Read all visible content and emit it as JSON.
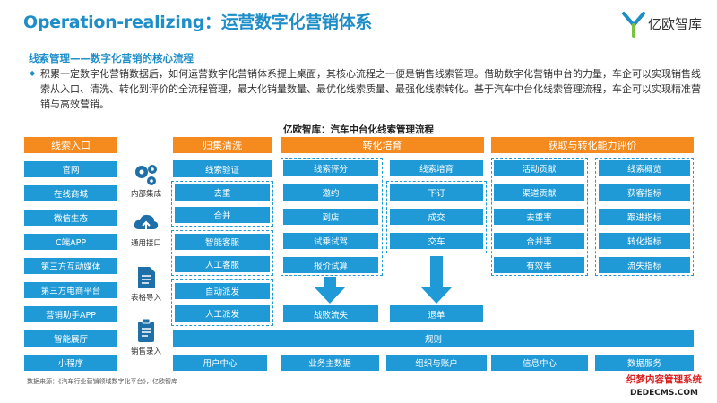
{
  "header": {
    "title": "Operation-realizing：运营数字化营销体系",
    "logo_text": "亿欧智库"
  },
  "intro": {
    "subtitle": "线索管理——数字化营销的核心流程",
    "paragraph": "积累一定数字化营销数据后，如何运营数字化营销体系提上桌面，其核心流程之一便是销售线索管理。借助数字化营销中台的力量，车企可以实现销售线索从入口、清洗、转化到评价的全流程管理，最大化销量数量、最优化线索质量、最强化线索转化。基于汽车中台化线索管理流程，车企可以实现精准营销与高效营销。"
  },
  "diagram": {
    "title": "亿欧智库：汽车中台化线索管理流程",
    "columns": {
      "entry": "线索入口",
      "cleaning": "归集清洗",
      "cultivation": "转化培育",
      "evaluation": "获取与转化能力评价"
    },
    "entry_items": [
      "官网",
      "在线商城",
      "微信生态",
      "C端APP",
      "第三方互动媒体",
      "第三方电商平台",
      "营销助手APP",
      "智能展厅",
      "小程序"
    ],
    "side_labels": [
      "内部集成",
      "通用接口",
      "表格导入",
      "销售录入"
    ],
    "cleaning_items": [
      "线索验证",
      "去重",
      "合并",
      "智能客服",
      "人工客服",
      "自动派发",
      "人工派发"
    ],
    "cultivation_left": [
      "线索评分",
      "邀约",
      "到店",
      "试乘试驾",
      "报价试算"
    ],
    "cultivation_right": [
      "线索培育",
      "下订",
      "成交",
      "交车"
    ],
    "outcomes": [
      "战败流失",
      "退单"
    ],
    "evaluation_left": [
      "活动贡献",
      "渠道贡献",
      "去重率",
      "合并率",
      "有效率"
    ],
    "evaluation_right": [
      "线索概览",
      "获客指标",
      "跟进指标",
      "转化指标",
      "流失指标"
    ],
    "rules": "规则",
    "bottom_items": [
      "用户中心",
      "业务主数据",
      "组织与账户",
      "信息中心",
      "数据服务"
    ]
  },
  "footer": {
    "source": "数据来源：《汽车行业营销领域数字化平台》，亿欧智库",
    "watermark_line1": "织梦内容管理系统",
    "watermark_line2": "DEDECMS.COM"
  },
  "colors": {
    "brand_blue": "#1e8ec9",
    "box_blue": "#1f9ad6",
    "header_orange": "#f58b1f"
  },
  "icons": [
    "gears-icon",
    "cloud-upload-icon",
    "document-icon",
    "clipboard-icon"
  ]
}
